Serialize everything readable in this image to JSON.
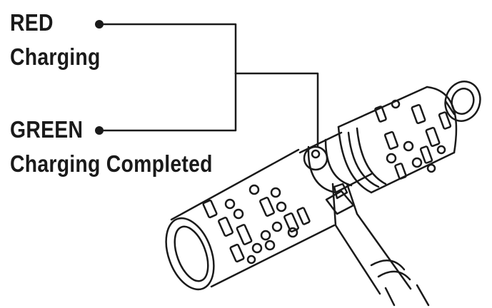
{
  "legend": [
    {
      "color_name": "RED",
      "state": "Charging"
    },
    {
      "color_name": "GREEN",
      "state": "Charging Completed"
    }
  ],
  "colors": {
    "ink": "#1a1a1a",
    "background": "#ffffff"
  },
  "icon": "charging-led-indicator"
}
